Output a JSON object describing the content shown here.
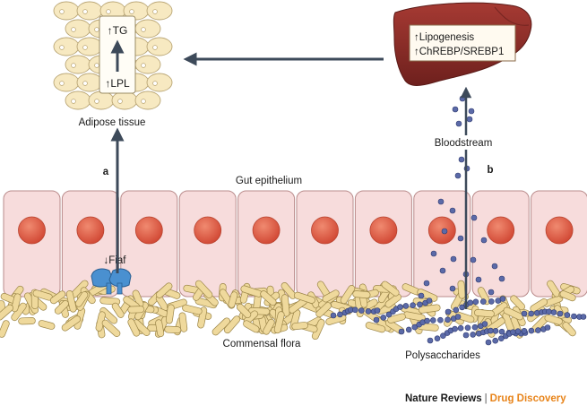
{
  "labels": {
    "adipose_tissue": "Adipose tissue",
    "tg": "↑TG",
    "lpl": "↑LPL",
    "lipogenesis": "↑Lipogenesis",
    "chrebp_srebp1": "↑ChREBP/SREBP1",
    "bloodstream": "Bloodstream",
    "gut_epithelium": "Gut epithelium",
    "fiaf": "↓Fiaf",
    "commensal_flora": "Commensal flora",
    "polysaccharides": "Polysaccharides",
    "pathway_a": "a",
    "pathway_b": "b"
  },
  "footer": {
    "journal": "Nature Reviews",
    "separator": "|",
    "section": "Drug Discovery"
  },
  "colors": {
    "cell_fill": "#f7dcdc",
    "cell_stroke": "#b98b8b",
    "nucleus": "#e0604a",
    "adipocyte": "#f7e9c1",
    "liver": "#8e2e2a",
    "bacteria": "#efd99c",
    "polysaccharide": "#5b6aa8",
    "arrow": "#3d4a5a",
    "fiaf_receptor": "#4a90d0",
    "section_accent": "#e8841a"
  },
  "icons": [
    "adipose-tissue-icon",
    "liver-icon",
    "epithelial-cell-icon",
    "bacteria-icon",
    "polysaccharide-bead-icon",
    "fiaf-receptor-icon"
  ]
}
